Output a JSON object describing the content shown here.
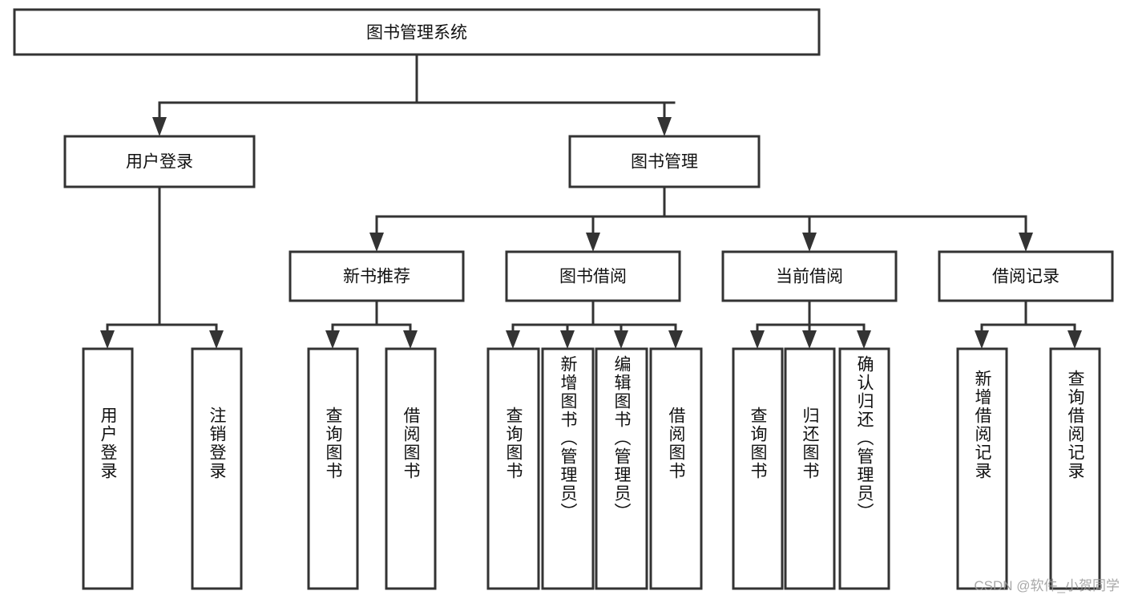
{
  "diagram": {
    "type": "tree-hierarchy",
    "title": "图书管理系统",
    "watermark": "CSDN @软件_小贺同学",
    "levels": {
      "root": {
        "label": "图书管理系统"
      },
      "level2": [
        {
          "id": "user-login",
          "label": "用户登录"
        },
        {
          "id": "book-management",
          "label": "图书管理"
        }
      ],
      "level3": [
        {
          "id": "new-book-recommend",
          "label": "新书推荐",
          "parent": "book-management"
        },
        {
          "id": "book-borrow",
          "label": "图书借阅",
          "parent": "book-management"
        },
        {
          "id": "current-borrow",
          "label": "当前借阅",
          "parent": "book-management"
        },
        {
          "id": "borrow-record",
          "label": "借阅记录",
          "parent": "book-management"
        }
      ],
      "leaves": [
        {
          "id": "leaf-user-login",
          "label": "用户登录",
          "parent": "user-login"
        },
        {
          "id": "leaf-logout-login",
          "label": "注销登录",
          "parent": "user-login"
        },
        {
          "id": "leaf-query-book-1",
          "label": "查询图书",
          "parent": "new-book-recommend"
        },
        {
          "id": "leaf-borrow-book-1",
          "label": "借阅图书",
          "parent": "new-book-recommend"
        },
        {
          "id": "leaf-query-book-2",
          "label": "查询图书",
          "parent": "book-borrow"
        },
        {
          "id": "leaf-add-book",
          "label": "新增图书（管理员）",
          "parent": "book-borrow"
        },
        {
          "id": "leaf-edit-book",
          "label": "编辑图书（管理员）",
          "parent": "book-borrow"
        },
        {
          "id": "leaf-borrow-book-2",
          "label": "借阅图书",
          "parent": "book-borrow"
        },
        {
          "id": "leaf-query-book-3",
          "label": "查询图书",
          "parent": "current-borrow"
        },
        {
          "id": "leaf-return-book",
          "label": "归还图书",
          "parent": "current-borrow"
        },
        {
          "id": "leaf-confirm-return",
          "label": "确认归还（管理员）",
          "parent": "current-borrow"
        },
        {
          "id": "leaf-add-record",
          "label": "新增借阅记录",
          "parent": "borrow-record"
        },
        {
          "id": "leaf-query-record",
          "label": "查询借阅记录",
          "parent": "borrow-record"
        }
      ]
    },
    "colors": {
      "box_fill": "#ffffff",
      "box_stroke": "#333333",
      "text": "#111111",
      "watermark": "#9a9a9a"
    }
  }
}
